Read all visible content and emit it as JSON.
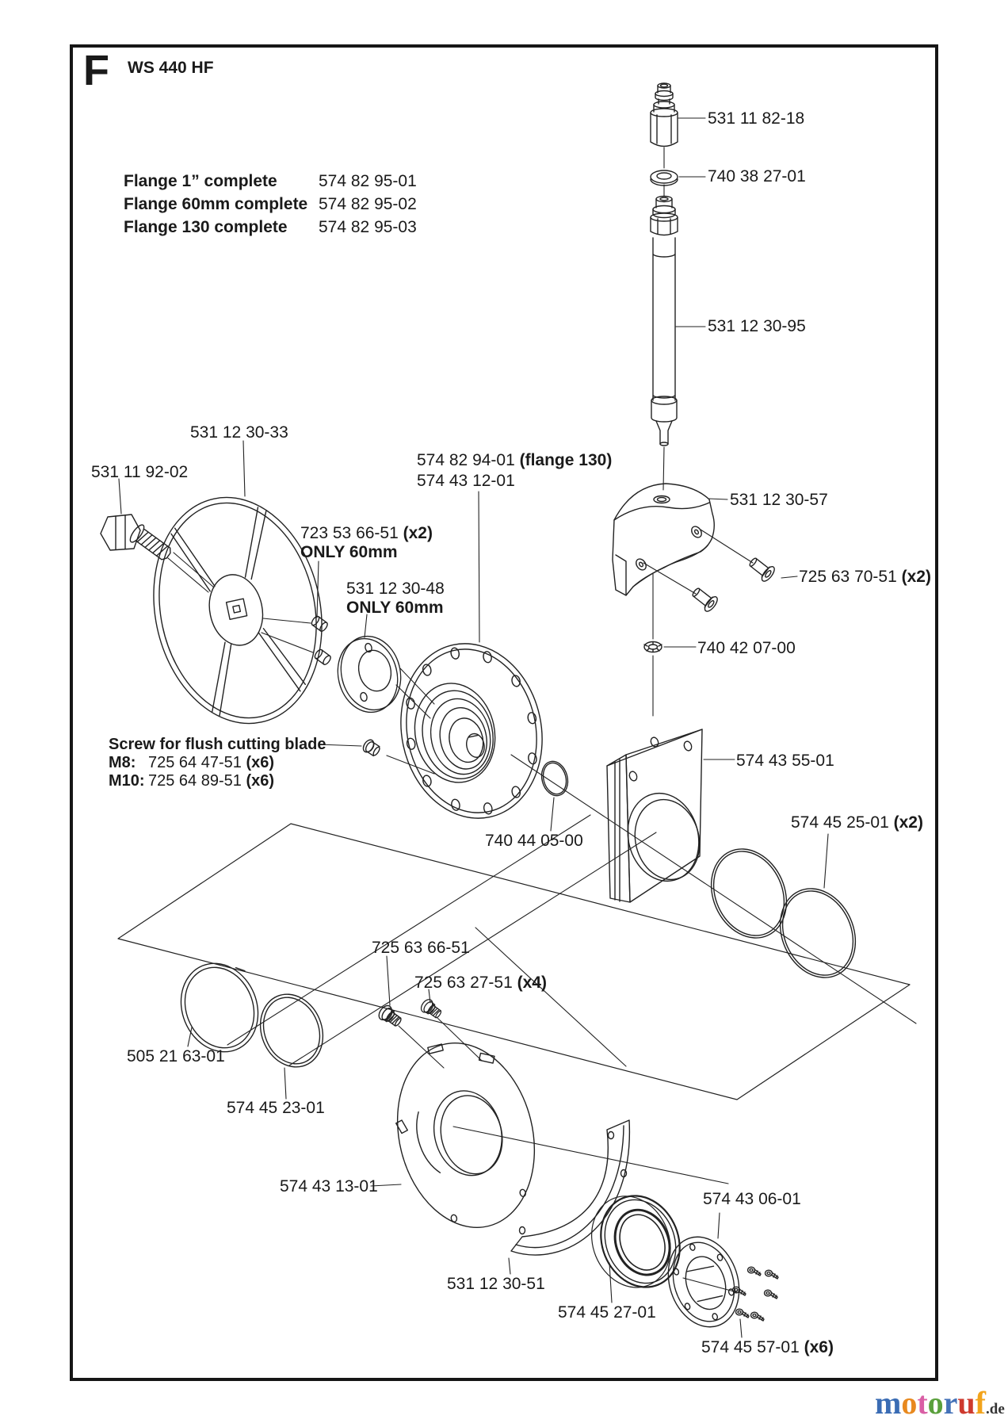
{
  "page": {
    "section_letter": "F",
    "model": "WS 440 HF"
  },
  "flange_table": {
    "rows": [
      {
        "name": "Flange 1” complete",
        "part": "574 82 95-01"
      },
      {
        "name": "Flange 60mm complete",
        "part": "574 82 95-02"
      },
      {
        "name": "Flange 130 complete",
        "part": "574 82 95-03"
      }
    ]
  },
  "callouts": [
    {
      "text": "531 11 82-18"
    },
    {
      "text": "740 38 27-01"
    },
    {
      "text": "531 12 30-95"
    },
    {
      "text": "531 12 30-33"
    },
    {
      "text": "531 11 92-02"
    },
    {
      "text": "574 82 94-01 ",
      "variant": "(flange 130)",
      "text2": "574 43 12-01"
    },
    {
      "text": "723 53 66-51 ",
      "qty": "(x2)",
      "note": "ONLY 60mm"
    },
    {
      "text": "531 12 30-48",
      "note": "ONLY 60mm"
    },
    {
      "text": "531 12 30-57"
    },
    {
      "text": "725 63 70-51 ",
      "qty": "(x2)"
    },
    {
      "text": "740 42 07-00"
    },
    {
      "text": "574 43 55-01"
    },
    {
      "text": "740 44 05-00"
    },
    {
      "text": "574 45 25-01 ",
      "qty": "(x2)"
    },
    {
      "text": "725 63 66-51"
    },
    {
      "text": "725 63 27-51 ",
      "qty": "(x4)"
    },
    {
      "text": "505 21 63-01"
    },
    {
      "text": "574 45 23-01"
    },
    {
      "text": "574 43 13-01"
    },
    {
      "text": "574 43 06-01"
    },
    {
      "text": "531 12 30-51"
    },
    {
      "text": "574 45 27-01"
    },
    {
      "text": "574 45 57-01 ",
      "qty": "(x6)"
    }
  ],
  "screw_note": {
    "title": "Screw for flush cutting blade",
    "rows": [
      {
        "size": "M8:",
        "part": "725 64 47-51 ",
        "qty": "(x6)"
      },
      {
        "size": "M10:",
        "part": "725 64 89-51 ",
        "qty": "(x6)"
      }
    ]
  },
  "logo": {
    "letters": [
      {
        "ch": "m",
        "color": "#3a6cb4"
      },
      {
        "ch": "o",
        "color": "#e8891f"
      },
      {
        "ch": "t",
        "color": "#d95fa5"
      },
      {
        "ch": "o",
        "color": "#5aa03c"
      },
      {
        "ch": "r",
        "color": "#4472b8"
      },
      {
        "ch": "u",
        "color": "#ce3a2e"
      },
      {
        "ch": "f",
        "color": "#f2a31b"
      }
    ],
    "suffix": ".de"
  },
  "colors": {
    "line": "#222222",
    "frame": "#161616",
    "background": "#ffffff"
  }
}
